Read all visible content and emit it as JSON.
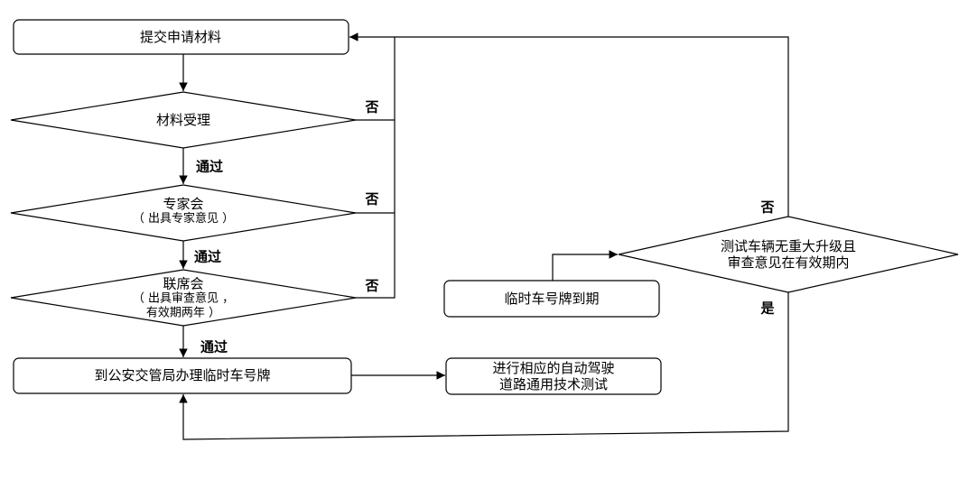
{
  "nodes": {
    "submit": "提交申请材料",
    "accept": "材料受理",
    "expert": {
      "title": "专家会",
      "note": "（ 出具专家意见 ）"
    },
    "joint": {
      "title": "联席会",
      "note_line1": "（ 出具审查意见 ，",
      "note_line2": "有效期两年 ）"
    },
    "police": "到公安交管局办理临时车号牌",
    "test_line1": "进行相应的自动驾驶",
    "test_line2": "道路通用技术测试",
    "expire": "临时车号牌到期",
    "check_line1": "测试车辆无重大升级且",
    "check_line2": "审查意见在有效期内"
  },
  "edges": {
    "pass": "通过",
    "no": "否",
    "yes": "是"
  }
}
